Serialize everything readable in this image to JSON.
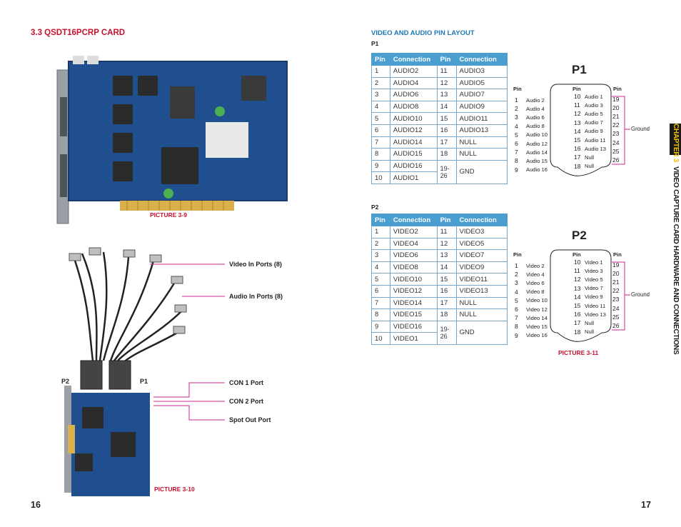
{
  "left": {
    "heading": "3.3 QSDT16PCRP CARD",
    "caption_top": "PICTURE 3-9",
    "caption_bottom": "PICTURE 3-10",
    "callouts": [
      "Video In Ports (8)",
      "Audio In Ports (8)",
      "CON 1 Port",
      "CON 2 Port",
      "Spot Out Port"
    ],
    "p2_label": "P2",
    "p1_label": "P1",
    "page_number": "16"
  },
  "right": {
    "heading": "VIDEO AND AUDIO PIN LAYOUT",
    "p1_label": "P1",
    "p2_label": "P2",
    "table_headers": [
      "Pin",
      "Connection",
      "Pin",
      "Connection"
    ],
    "p1_rows": [
      [
        "1",
        "AUDIO2",
        "11",
        "AUDIO3"
      ],
      [
        "2",
        "AUDIO4",
        "12",
        "AUDIO5"
      ],
      [
        "3",
        "AUDIO6",
        "13",
        "AUDIO7"
      ],
      [
        "4",
        "AUDIO8",
        "14",
        "AUDIO9"
      ],
      [
        "5",
        "AUDIO10",
        "15",
        "AUDIO11"
      ],
      [
        "6",
        "AUDIO12",
        "16",
        "AUDIO13"
      ],
      [
        "7",
        "AUDIO14",
        "17",
        "NULL"
      ],
      [
        "8",
        "AUDIO15",
        "18",
        "NULL"
      ]
    ],
    "p1_tail": {
      "pin9": "9",
      "conn9": "AUDIO16",
      "pin10": "10",
      "conn10": "AUDIO1",
      "span_pin": "19-\n26",
      "span_conn": "GND"
    },
    "p2_rows": [
      [
        "1",
        "VIDEO2",
        "11",
        "VIDEO3"
      ],
      [
        "2",
        "VIDEO4",
        "12",
        "VIDEO5"
      ],
      [
        "3",
        "VIDEO6",
        "13",
        "VIDEO7"
      ],
      [
        "4",
        "VIDEO8",
        "14",
        "VIDEO9"
      ],
      [
        "5",
        "VIDEO10",
        "15",
        "VIDEO11"
      ],
      [
        "6",
        "VIDEO12",
        "16",
        "VIDEO13"
      ],
      [
        "7",
        "VIDEO14",
        "17",
        "NULL"
      ],
      [
        "8",
        "VIDEO15",
        "18",
        "NULL"
      ]
    ],
    "p2_tail": {
      "pin9": "9",
      "conn9": "VIDEO16",
      "pin10": "10",
      "conn10": "VIDEO1",
      "span_pin": "19-\n26",
      "span_conn": "GND"
    },
    "diagram_p1": {
      "title": "P1",
      "pin_header": "Pin",
      "col1": [
        [
          "1",
          "Audio 2"
        ],
        [
          "2",
          "Audio 4"
        ],
        [
          "3",
          "Audio 6"
        ],
        [
          "4",
          "Audio 8"
        ],
        [
          "5",
          "Audio 10"
        ],
        [
          "6",
          "Audio 12"
        ],
        [
          "7",
          "Audio 14"
        ],
        [
          "8",
          "Audio 15"
        ],
        [
          "9",
          "Audio 16"
        ]
      ],
      "col2": [
        [
          "10",
          "Audio 1"
        ],
        [
          "11",
          "Audio 3"
        ],
        [
          "12",
          "Audio 5"
        ],
        [
          "13",
          "Audio 7"
        ],
        [
          "14",
          "Audio 9"
        ],
        [
          "15",
          "Audio 11"
        ],
        [
          "16",
          "Audio 13"
        ],
        [
          "17",
          "Null"
        ],
        [
          "18",
          "Null"
        ]
      ],
      "col3": [
        "19",
        "20",
        "21",
        "22",
        "23",
        "24",
        "25",
        "26"
      ],
      "ground": "Ground"
    },
    "diagram_p2": {
      "title": "P2",
      "pin_header": "Pin",
      "col1": [
        [
          "1",
          "Video 2"
        ],
        [
          "2",
          "Video 4"
        ],
        [
          "3",
          "Video 6"
        ],
        [
          "4",
          "Video 8"
        ],
        [
          "5",
          "Video 10"
        ],
        [
          "6",
          "Video 12"
        ],
        [
          "7",
          "Video 14"
        ],
        [
          "8",
          "Video 15"
        ],
        [
          "9",
          "Video 16"
        ]
      ],
      "col2": [
        [
          "10",
          "Video 1"
        ],
        [
          "11",
          "Video 3"
        ],
        [
          "12",
          "Video 5"
        ],
        [
          "13",
          "Video 7"
        ],
        [
          "14",
          "Video 9"
        ],
        [
          "15",
          "Video 11"
        ],
        [
          "16",
          "Video 13"
        ],
        [
          "17",
          "Null"
        ],
        [
          "18",
          "Null"
        ]
      ],
      "col3": [
        "19",
        "20",
        "21",
        "22",
        "23",
        "24",
        "25",
        "26"
      ],
      "ground": "Ground"
    },
    "caption": "PICTURE 3-11",
    "side_tab": {
      "chapter": "CHAPTER 3",
      "title": "VIDEO CAPTURE CARD HARDWARE AND CONNECTIONS"
    },
    "page_number": "17"
  },
  "colors": {
    "accent_red": "#c8102e",
    "accent_blue": "#1e78b4",
    "table_header": "#4a9fd0",
    "tab_bg": "#1a1a1a",
    "tab_text": "#f2c200"
  }
}
